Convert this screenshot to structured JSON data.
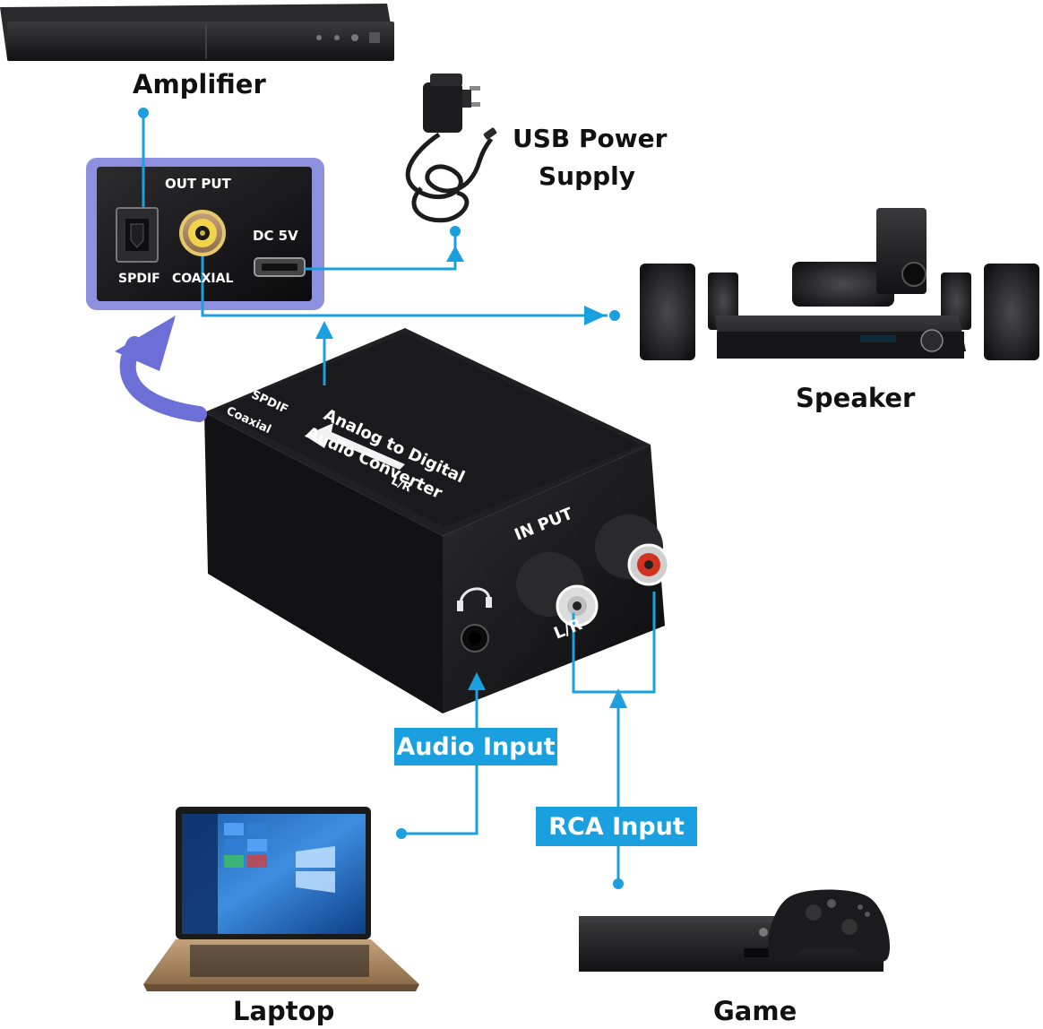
{
  "labels": {
    "amplifier": "Amplifier",
    "usb_power_line1": "USB Power",
    "usb_power_line2": "Supply",
    "speaker": "Speaker",
    "laptop": "Laptop",
    "game": "Game"
  },
  "callouts": {
    "audio_input": "Audio Input",
    "rca_input": "RCA Input"
  },
  "output_panel": {
    "title": "OUT PUT",
    "dc": "DC 5V",
    "spdif": "SPDIF",
    "coaxial": "COAXIAL"
  },
  "converter": {
    "name_line1": "Analog to Digital",
    "name_line2": "Audio Converter",
    "spdif": "SPDIF",
    "coaxial": "Coaxial",
    "lr_top": "L/R",
    "input": "IN PUT",
    "lr_front": "L/R"
  },
  "colors": {
    "line": "#1a9fdf",
    "panel_border": "#7b7fd8",
    "curved_arrow": "#6b6fd6",
    "device": "#1c1c1e"
  },
  "icons": [
    "headphone-icon",
    "curved-arrow-icon"
  ]
}
